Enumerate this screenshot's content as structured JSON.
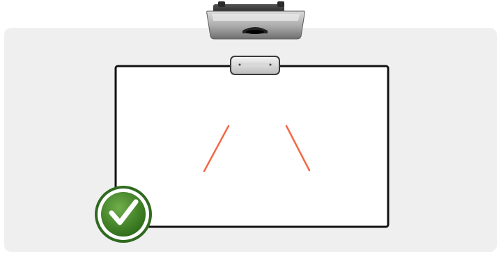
{
  "diagram": {
    "colors": {
      "wall": "#efefef",
      "board_fill": "#ffffff",
      "board_border": "#111111",
      "laser_lines": "#f26a45",
      "check_badge_dark": "#2e6b1c",
      "check_badge_light": "#5a9a3a",
      "projector_body": "#b9b9b9"
    },
    "elements": {
      "projector": {
        "icon": "projector-icon"
      },
      "sensor": {
        "icon": "sensor-module-icon"
      },
      "whiteboard": {
        "icon": "interactive-whiteboard"
      },
      "laser_marks": {
        "icon": "laser-line-icon",
        "count": 2
      },
      "status": {
        "icon": "checkmark-icon",
        "state": "correct"
      }
    }
  }
}
